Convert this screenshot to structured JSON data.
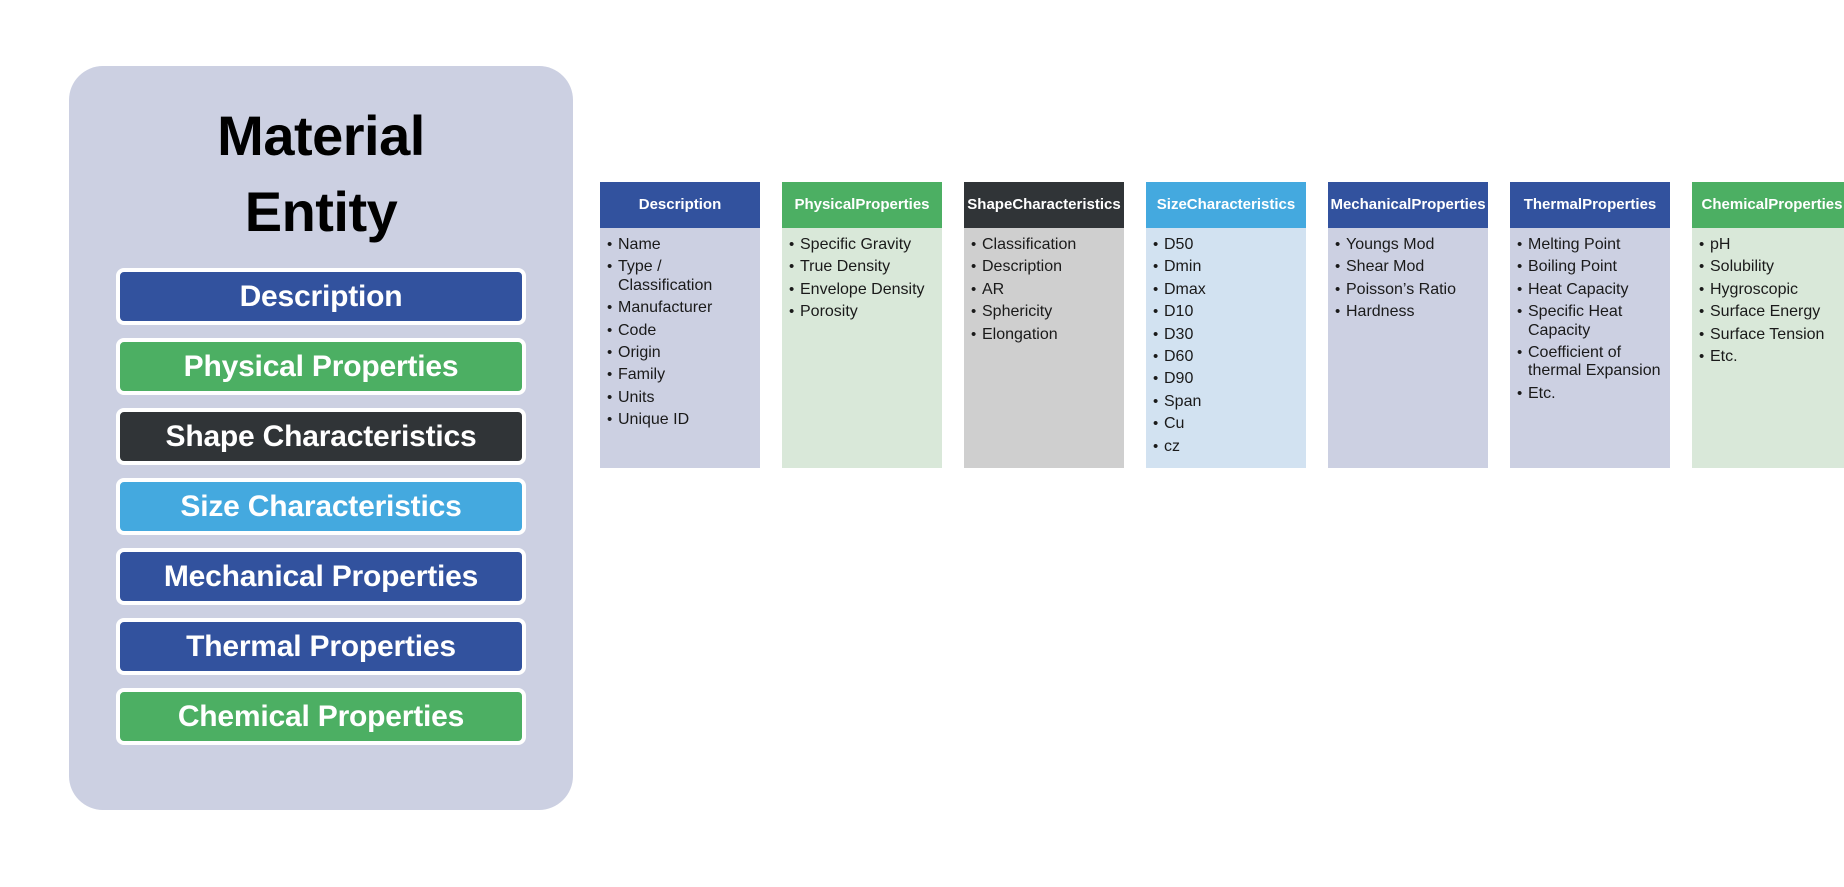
{
  "entity_panel": {
    "title_line1": "Material",
    "title_line2": "Entity",
    "panel_bg": "#ccd0e2",
    "chips": [
      {
        "label": "Description",
        "color": "#32529e"
      },
      {
        "label": "Physical Properties",
        "color": "#4caf63"
      },
      {
        "label": "Shape Characteristics",
        "color": "#303437"
      },
      {
        "label": "Size Characteristics",
        "color": "#44a9df"
      },
      {
        "label": "Mechanical Properties",
        "color": "#32529e"
      },
      {
        "label": "Thermal Properties",
        "color": "#32529e"
      },
      {
        "label": "Chemical Properties",
        "color": "#4caf63"
      }
    ]
  },
  "columns": [
    {
      "header_line1": "Description",
      "header_line2": "",
      "header_color": "#32529e",
      "body_color": "#ccd0e2",
      "items": [
        "Name",
        "Type / Classification",
        "Manufacturer",
        "Code",
        "Origin",
        "Family",
        "Units",
        "Unique ID"
      ]
    },
    {
      "header_line1": "Physical",
      "header_line2": "Properties",
      "header_color": "#4caf63",
      "body_color": "#d9e8d9",
      "items": [
        "Specific Gravity",
        "True Density",
        "Envelope Density",
        "Porosity"
      ]
    },
    {
      "header_line1": "Shape",
      "header_line2": "Characteristics",
      "header_color": "#303437",
      "body_color": "#cfcfcf",
      "items": [
        "Classification",
        "Description",
        "AR",
        "Sphericity",
        "Elongation"
      ]
    },
    {
      "header_line1": "Size",
      "header_line2": "Characteristics",
      "header_color": "#44a9df",
      "body_color": "#d2e2f1",
      "items": [
        "D50",
        "Dmin",
        "Dmax",
        "D10",
        "D30",
        "D60",
        "D90",
        "Span",
        "Cu",
        "cz"
      ]
    },
    {
      "header_line1": "Mechanical",
      "header_line2": "Properties",
      "header_color": "#32529e",
      "body_color": "#ccd0e2",
      "items": [
        "Youngs Mod",
        "Shear Mod",
        "Poisson’s Ratio",
        "Hardness"
      ]
    },
    {
      "header_line1": "Thermal",
      "header_line2": "Properties",
      "header_color": "#32529e",
      "body_color": "#ccd0e2",
      "items": [
        "Melting Point",
        "Boiling Point",
        "Heat Capacity",
        "Specific Heat Capacity",
        "Coefficient of thermal Expansion",
        "Etc."
      ]
    },
    {
      "header_line1": "Chemical",
      "header_line2": "Properties",
      "header_color": "#4caf63",
      "body_color": "#d9e8d9",
      "items": [
        "pH",
        "Solubility",
        "Hygroscopic",
        "Surface Energy",
        "Surface Tension",
        "Etc."
      ]
    }
  ]
}
